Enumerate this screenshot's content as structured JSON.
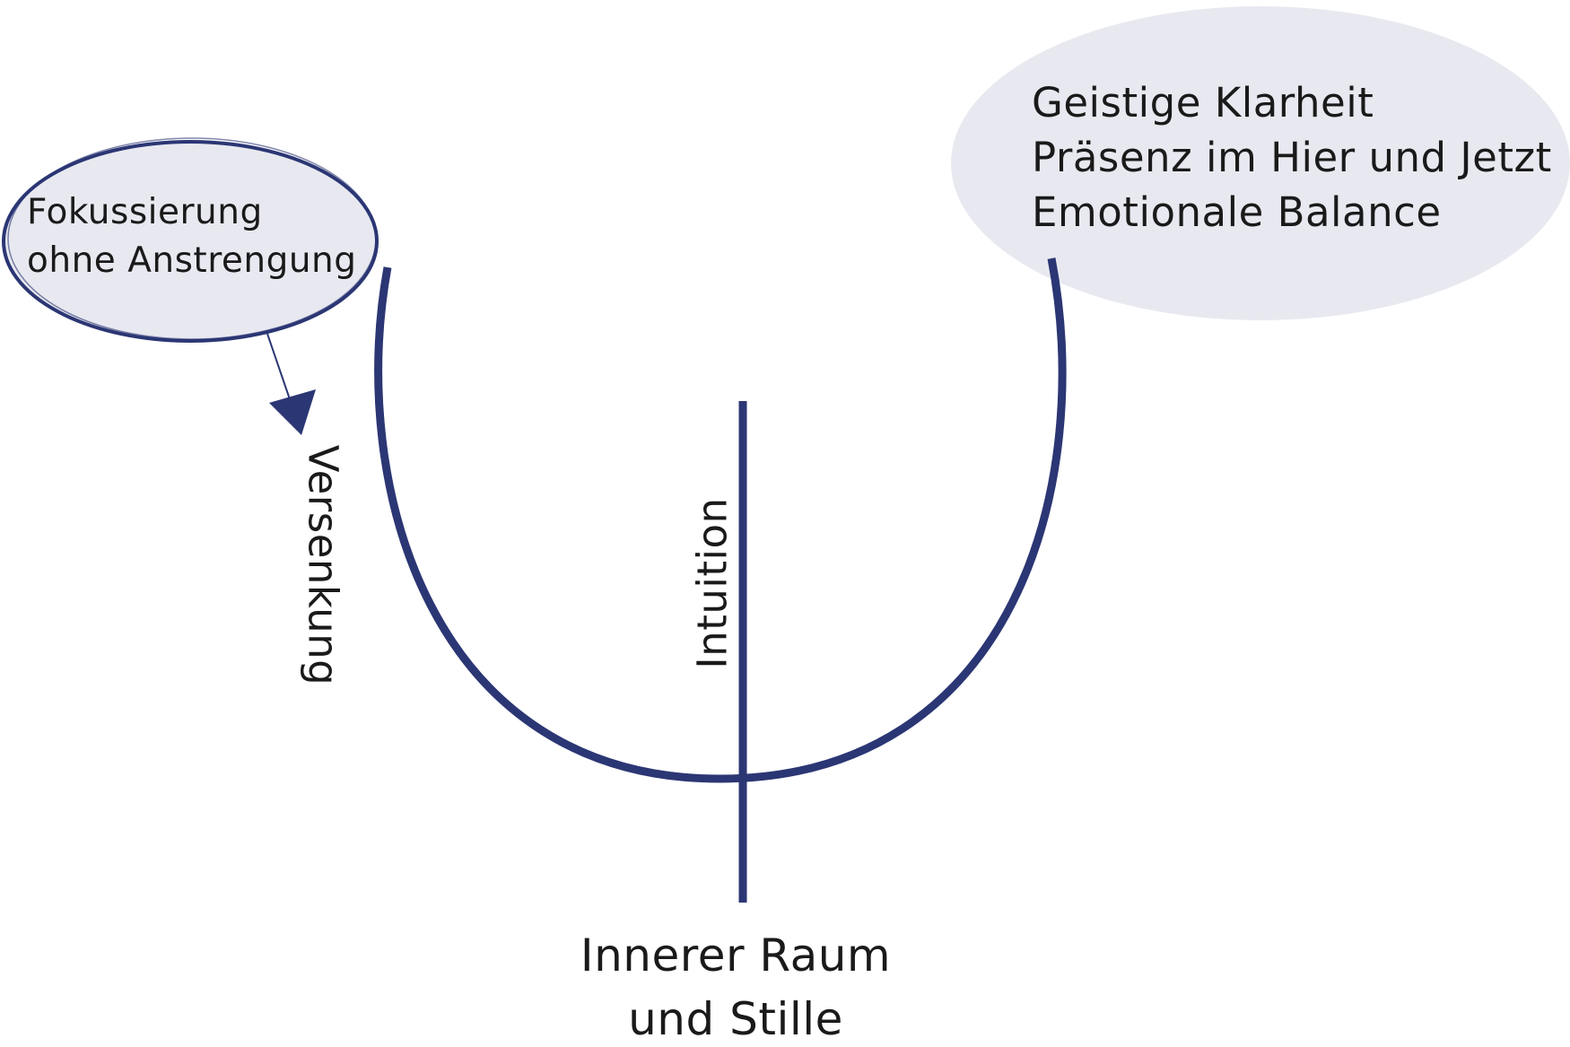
{
  "focus_bubble": {
    "line1": "Fokussierung",
    "line2": "ohne Anstrengung"
  },
  "result_bubble": {
    "line1": "Geistige Klarheit",
    "line2": "Präsenz im Hier und Jetzt",
    "line3": "Emotionale Balance"
  },
  "curve_label": "Versenkung",
  "axis_label": "Intuition",
  "bottom_label": {
    "line1": "Innerer Raum",
    "line2": "und Stille"
  },
  "colors": {
    "stroke": "#2b3674",
    "bubble_fill": "#e8e9f0",
    "text": "#1a1a1a"
  }
}
